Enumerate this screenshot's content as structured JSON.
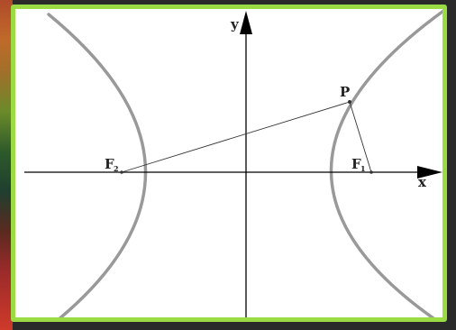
{
  "labels": {
    "x_axis": "x",
    "y_axis": "y",
    "point_p": "P",
    "focus_1": "F",
    "focus_1_sub": "1",
    "focus_2": "F",
    "focus_2_sub": "2"
  },
  "colors": {
    "frame_border": "#9bdc45",
    "curve": "#999999",
    "axis": "#000000",
    "background": "#ffffff"
  }
}
